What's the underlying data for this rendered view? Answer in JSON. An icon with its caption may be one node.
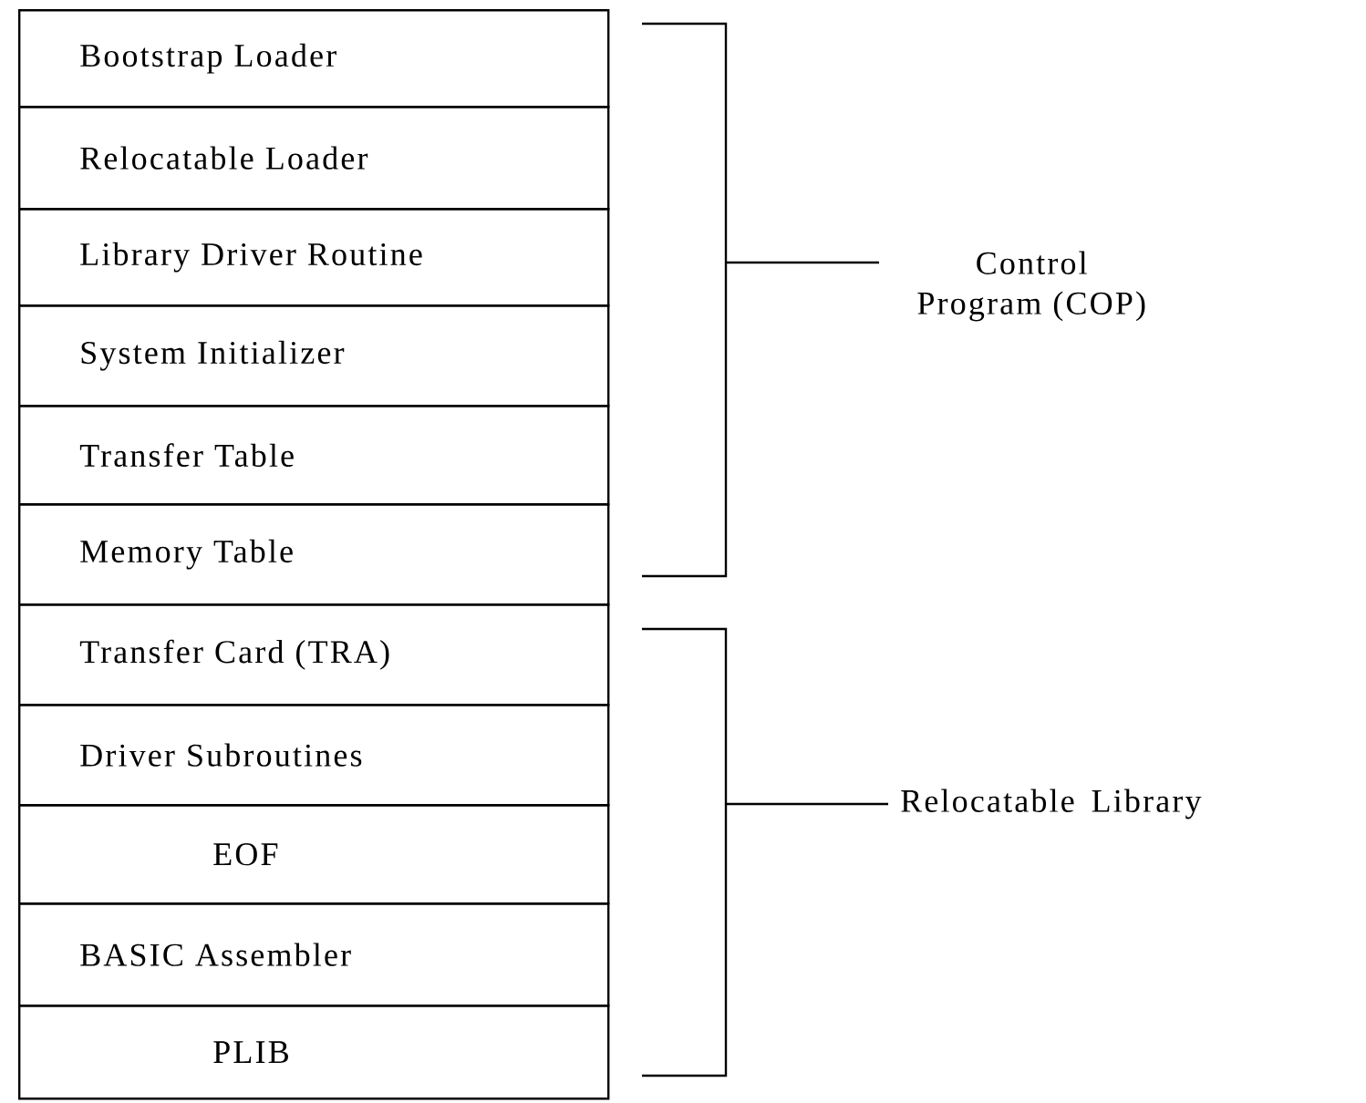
{
  "diagram": {
    "nodes": [
      {
        "text": [
          "Bootstrap Loader"
        ]
      },
      {
        "text": [
          "Relocatable Loader"
        ]
      },
      {
        "text": [
          "Library Driver Routine"
        ]
      },
      {
        "text": [
          "System Initializer"
        ]
      },
      {
        "text": [
          "Transfer Table"
        ]
      },
      {
        "text": [
          "Memory Table"
        ]
      },
      {
        "text": [
          "Transfer Card (TRA)"
        ]
      },
      {
        "text": [
          "Driver Subroutines"
        ]
      },
      {
        "text": [
          "EOF"
        ]
      },
      {
        "text": [
          "BASIC Assembler"
        ]
      },
      {
        "text": [
          "PLIB"
        ]
      }
    ],
    "labels": [
      "Control Program (COP)",
      "Relocatable Library"
    ]
  }
}
